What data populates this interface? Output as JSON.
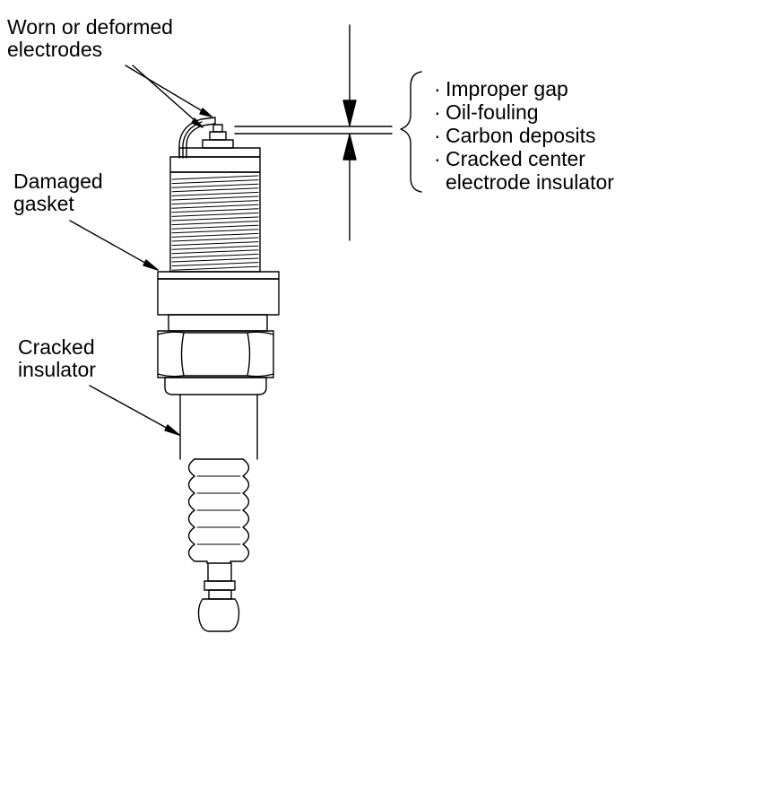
{
  "labels": {
    "worn_electrodes": [
      "Worn or deformed",
      "electrodes"
    ],
    "damaged_gasket": [
      "Damaged",
      "gasket"
    ],
    "cracked_insulator": [
      "Cracked",
      "insulator"
    ]
  },
  "gap_causes": [
    {
      "line1": "Improper gap"
    },
    {
      "line1": "Oil-fouling"
    },
    {
      "line1": "Carbon deposits"
    },
    {
      "line1": "Cracked center",
      "line2": "electrode insulator"
    }
  ],
  "bullet_char": "·"
}
